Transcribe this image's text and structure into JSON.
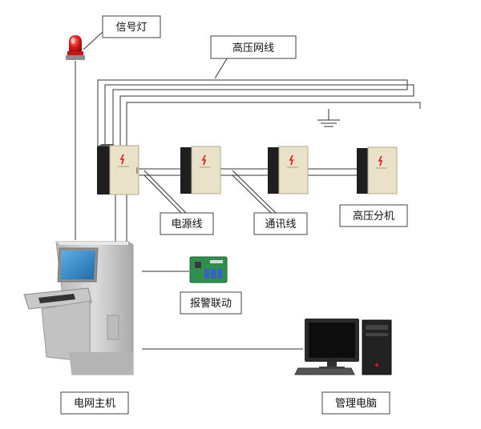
{
  "labels": {
    "signal_light": "信号灯",
    "hv_net_line": "高压网线",
    "power_line": "电源线",
    "comm_line": "通讯线",
    "hv_sub_unit": "高压分机",
    "alarm_linkage": "报警联动",
    "grid_host": "电网主机",
    "mgmt_pc": "管理电脑"
  },
  "colors": {
    "line": "#333333",
    "cabinet_front": "#e9e1c8",
    "cabinet_side": "#1e1e1e",
    "console": "#cfcfcf",
    "screen": "#2f86c6",
    "light_red": "#d4181c",
    "pcb": "#2f8f4f",
    "monitor": "#222222"
  }
}
